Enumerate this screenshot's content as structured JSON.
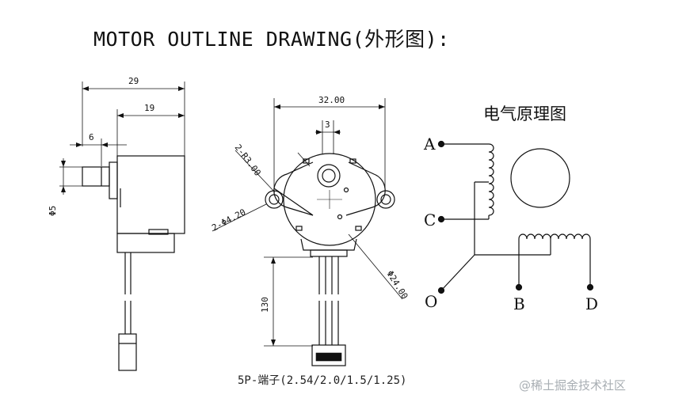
{
  "title": "MOTOR OUTLINE DRAWING(外形图):",
  "side_view": {
    "dim_overall": "29",
    "dim_body": "19",
    "dim_shaft": "6",
    "dim_shaft_dia": "Φ5",
    "dim_height": "130"
  },
  "front_view": {
    "dim_width": "32.00",
    "dim_flat": "3",
    "dim_radius": "2-R3.00",
    "dim_holes": "2-Φ4.20",
    "dim_diameter": "Φ24.00"
  },
  "connector_caption": "5P-端子(2.54/2.0/1.5/1.25)",
  "schematic": {
    "title": "电气原理图",
    "terminals": [
      "A",
      "C",
      "O",
      "B",
      "D"
    ]
  },
  "watermark": "@稀土掘金技术社区"
}
